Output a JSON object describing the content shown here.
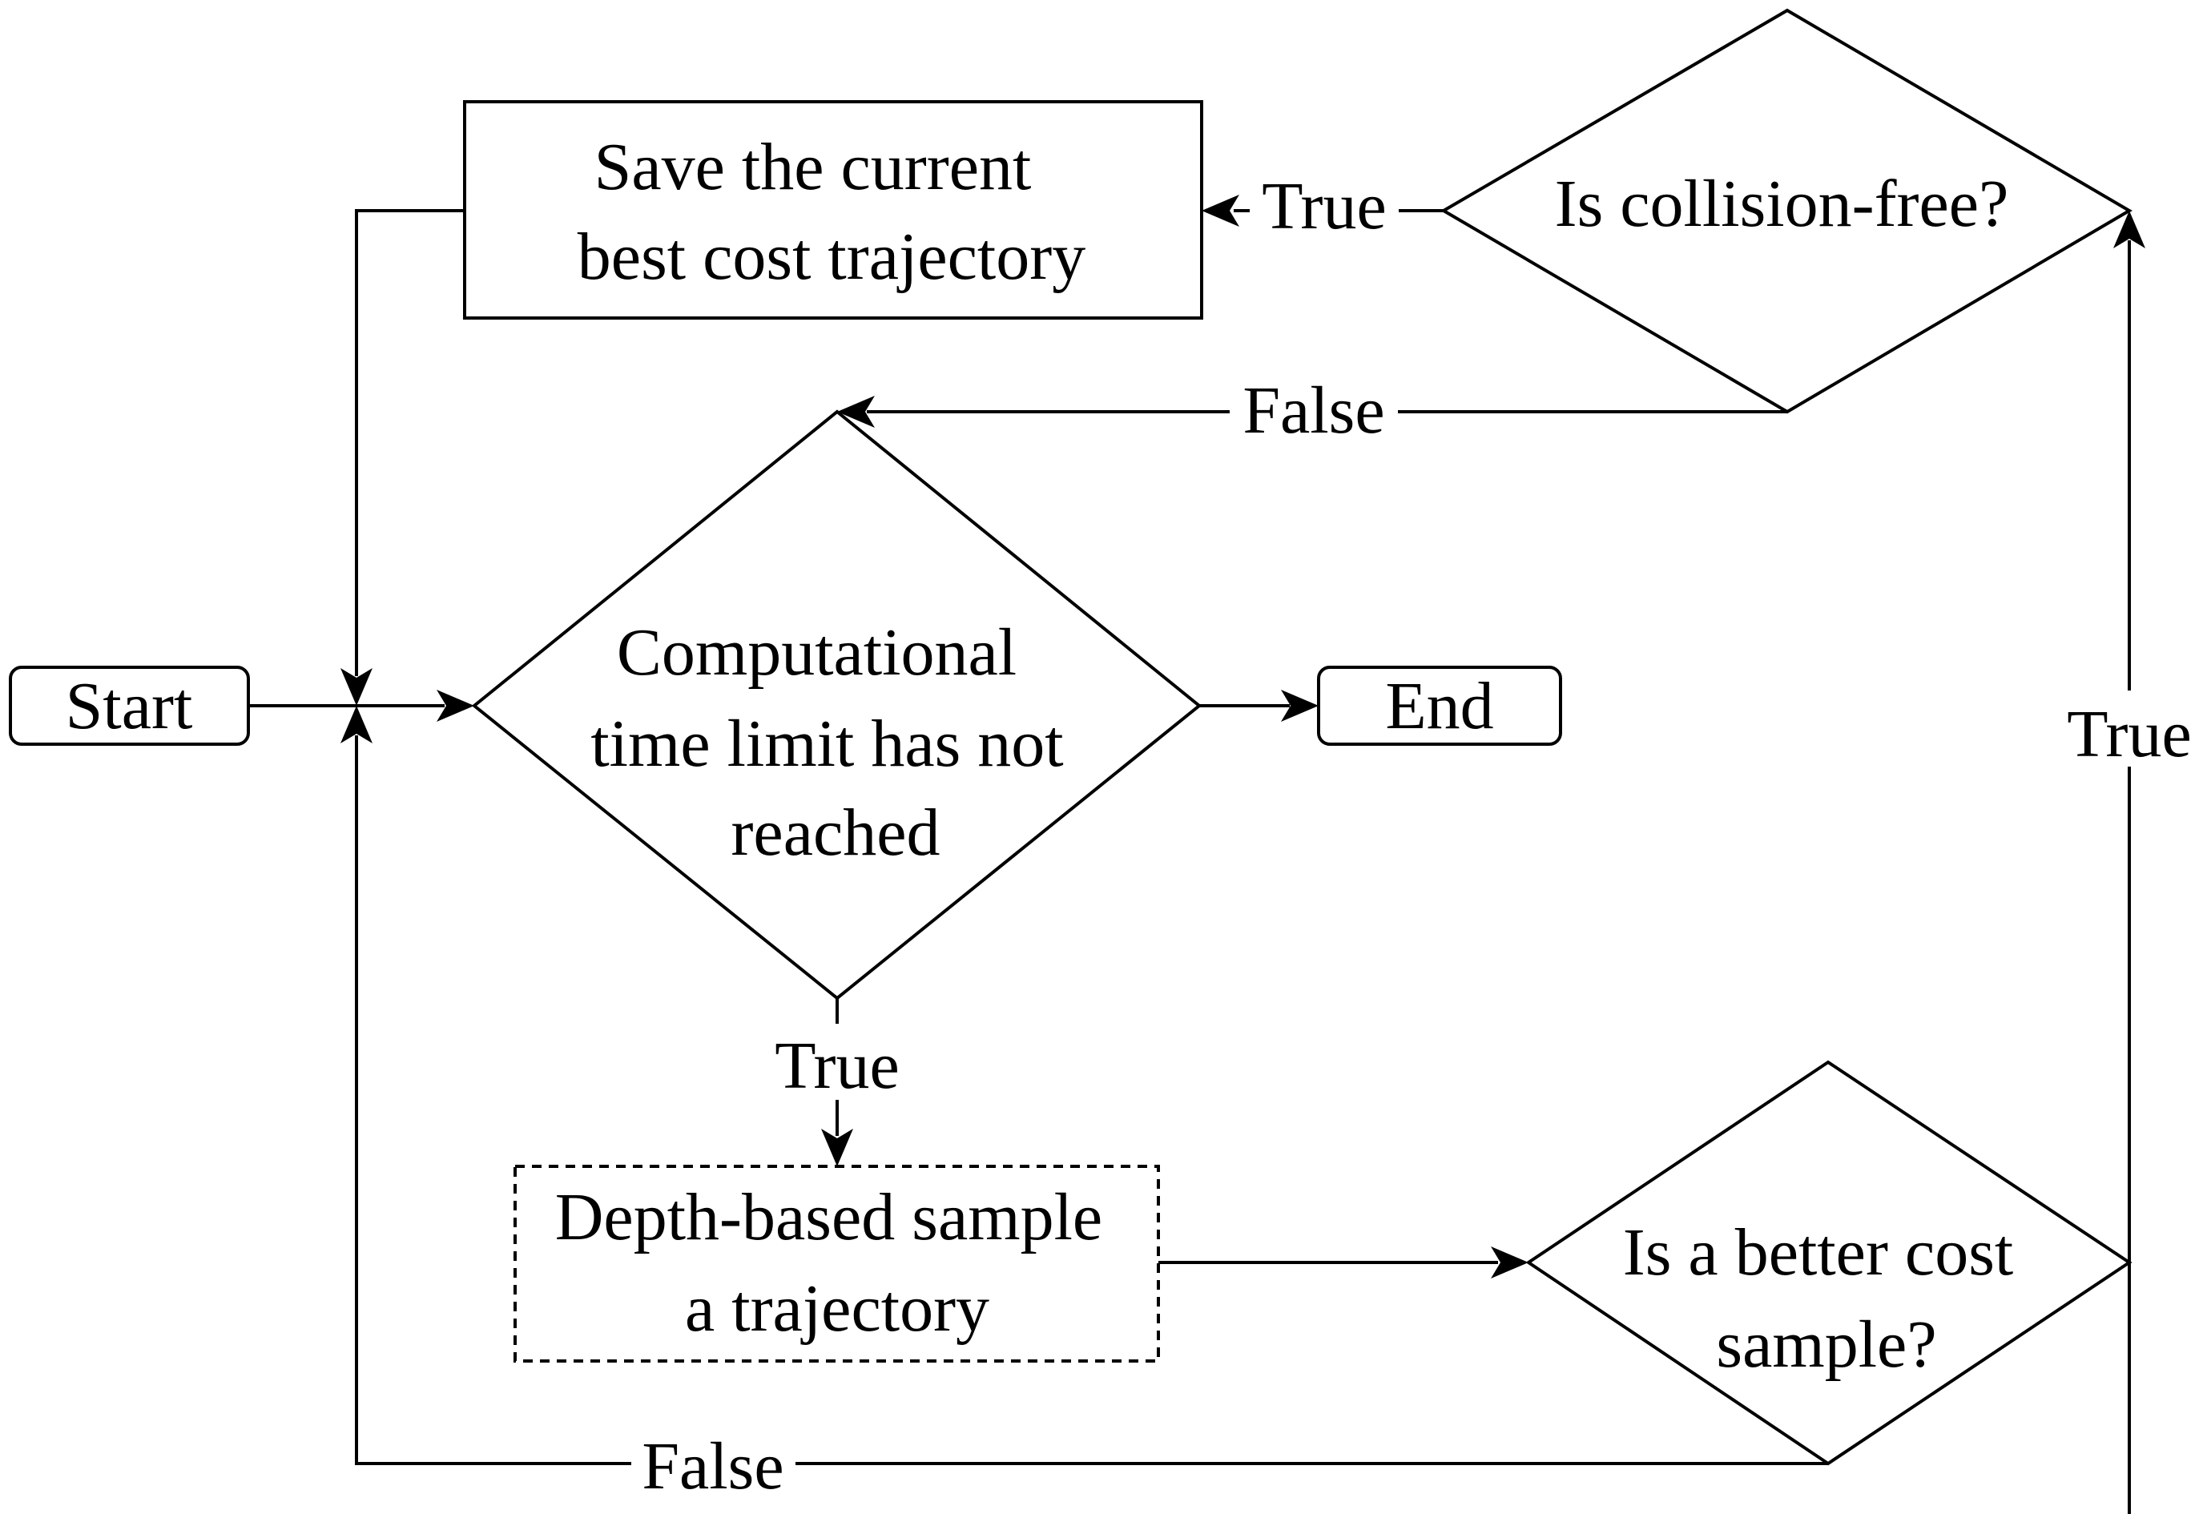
{
  "nodes": {
    "start": {
      "lines": [
        "Start"
      ]
    },
    "end": {
      "lines": [
        "End"
      ]
    },
    "time_check": {
      "lines": [
        "Computational",
        "time limit has not",
        "reached"
      ]
    },
    "save_best": {
      "lines": [
        "Save the current",
        "best cost trajectory"
      ]
    },
    "collision_check": {
      "lines": [
        "Is collision-free?"
      ]
    },
    "sample": {
      "lines": [
        "Depth-based sample",
        "a trajectory"
      ]
    },
    "better_cost": {
      "lines": [
        "Is a better cost",
        "sample?"
      ]
    }
  },
  "edges": {
    "time_true": "True",
    "cost_true": "True",
    "cost_false": "False",
    "collision_true": "True",
    "collision_false": "False"
  }
}
